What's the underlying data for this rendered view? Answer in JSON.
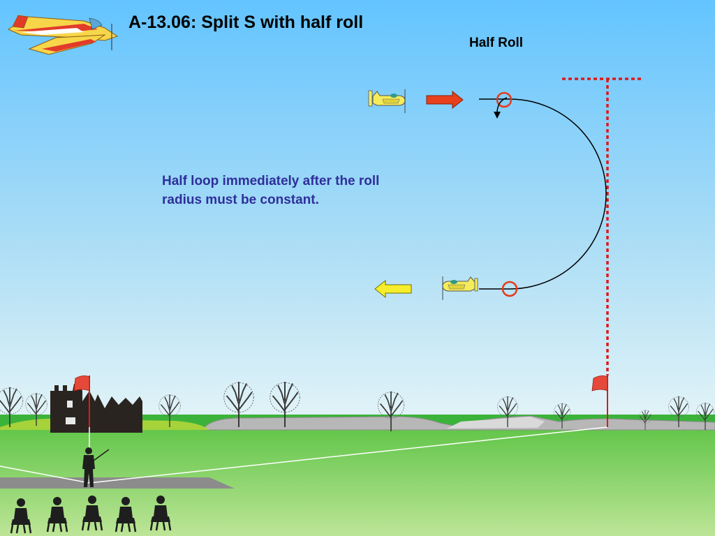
{
  "slide": {
    "title": "A-13.06: Split S with half roll",
    "callout": "Half Roll",
    "description": [
      "Half loop immediately after the roll",
      "radius must be constant."
    ]
  },
  "icons": {
    "logo": "aerobatic-plane-icon",
    "entry_plane": "yellow-plane-right-icon",
    "exit_plane": "yellow-plane-left-icon",
    "entry_arrow": "red-arrow-right-icon",
    "exit_arrow": "yellow-arrow-left-icon",
    "flags": "red-flag-icon",
    "pilot": "pilot-silhouette-icon",
    "judges": "judge-silhouette-icon",
    "building": "castle-ruin-icon",
    "trees": "tree-icon"
  },
  "colors": {
    "sky_top": "#63c4ff",
    "sky_bottom": "#e2f3f7",
    "ground": "#7ed36a",
    "flight_path": "#000000",
    "markers": "#e53a1c",
    "reference_line": "#e01818",
    "text_blue": "#2f2f9a"
  }
}
